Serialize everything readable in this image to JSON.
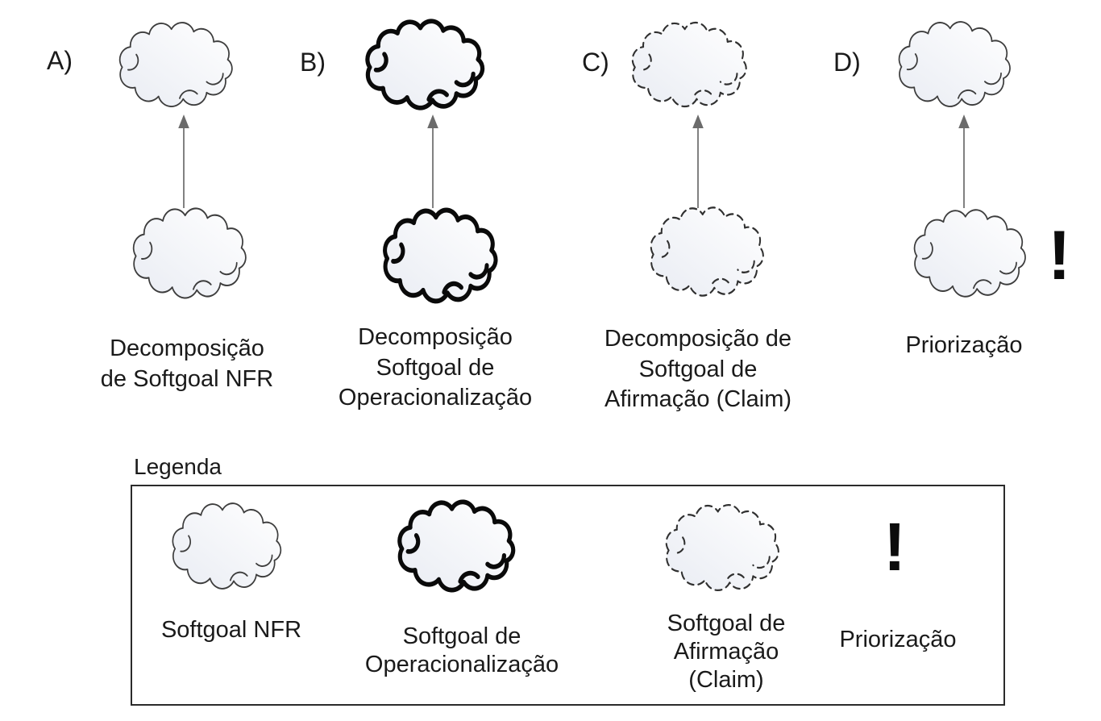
{
  "sections": [
    {
      "label": "A)",
      "caption": "Decomposição\nde Softgoal NFR",
      "cloud_style": "thin"
    },
    {
      "label": "B)",
      "caption": "Decomposição\nSoftgoal de\nOperacionalização",
      "cloud_style": "thick"
    },
    {
      "label": "C)",
      "caption": "Decomposição de\nSoftgoal de\nAfirmação (Claim)",
      "cloud_style": "dashed"
    },
    {
      "label": "D)",
      "caption": "Priorização",
      "cloud_style": "thin",
      "priority_mark": "!"
    }
  ],
  "legend": {
    "title": "Legenda",
    "items": [
      {
        "label": "Softgoal NFR",
        "cloud_style": "thin"
      },
      {
        "label": "Softgoal de\nOperacionalização",
        "cloud_style": "thick"
      },
      {
        "label": "Softgoal de\nAfirmação\n(Claim)",
        "cloud_style": "dashed"
      },
      {
        "label": "Priorização",
        "symbol": "!"
      }
    ]
  },
  "colors": {
    "cloud_outline_thin": "#3d3d3d",
    "cloud_outline_thick": "#0a0a0a",
    "cloud_outline_dashed": "#303030",
    "cloud_fill_light": "#ffffff",
    "cloud_fill_shade": "#e9ecf3",
    "arrow": "#6b6b6b",
    "text": "#1a1a1a"
  }
}
